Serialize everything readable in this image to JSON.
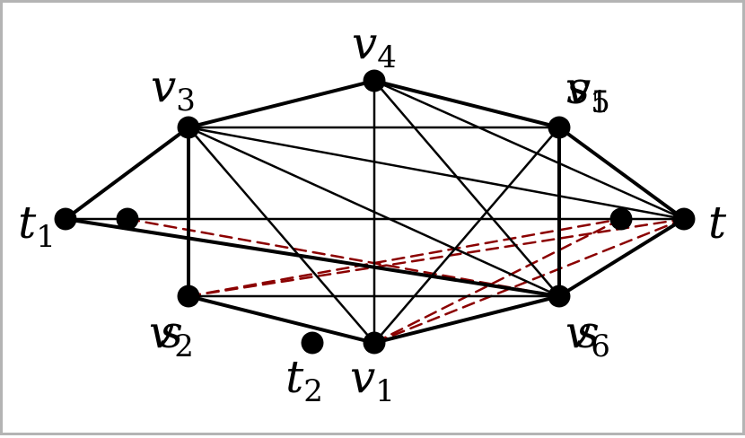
{
  "colors": {
    "edge": "#000000",
    "dashed_edge": "#8b0000",
    "vertex": "#000000",
    "frame": "#b4b4b4"
  },
  "vertices": [
    {
      "id": "v4",
      "name": "v",
      "sub": "4"
    },
    {
      "id": "v3",
      "name": "v",
      "sub": "3"
    },
    {
      "id": "v5",
      "name": "v",
      "sub": "5",
      "overlay": "s",
      "overlay_sub": "1"
    },
    {
      "id": "t1",
      "name": "t",
      "sub": "1"
    },
    {
      "id": "t",
      "name": "t",
      "sub": ""
    },
    {
      "id": "v2",
      "name": "v",
      "sub": "2",
      "overlay": "s",
      "overlay_sub": ""
    },
    {
      "id": "v6",
      "name": "v",
      "sub": "6",
      "overlay": "s",
      "overlay_sub": ""
    },
    {
      "id": "v1",
      "name": "v",
      "sub": "1"
    },
    {
      "id": "t2",
      "name": "t",
      "sub": "2"
    },
    {
      "id": "s1",
      "name": "",
      "sub": ""
    },
    {
      "id": "s",
      "name": "",
      "sub": ""
    },
    {
      "id": "s2",
      "name": "",
      "sub": ""
    }
  ],
  "edges_thick": [
    [
      "t1",
      "v3"
    ],
    [
      "v3",
      "v4"
    ],
    [
      "v4",
      "v5"
    ],
    [
      "v5",
      "t"
    ],
    [
      "v3",
      "v2"
    ],
    [
      "v5",
      "v6"
    ],
    [
      "v2",
      "v1"
    ],
    [
      "v1",
      "v6"
    ],
    [
      "v6",
      "t"
    ],
    [
      "t1",
      "v6"
    ]
  ],
  "edges_thin": [
    [
      "v3",
      "v5"
    ],
    [
      "v3",
      "t"
    ],
    [
      "v3",
      "v6"
    ],
    [
      "v3",
      "v1"
    ],
    [
      "v4",
      "v1"
    ],
    [
      "v4",
      "t"
    ],
    [
      "v4",
      "v6"
    ],
    [
      "v5",
      "v1"
    ],
    [
      "t1",
      "t"
    ],
    [
      "v2",
      "v6"
    ]
  ],
  "edges_dashed": [
    [
      "s1",
      "v6"
    ],
    [
      "v2",
      "s"
    ],
    [
      "v2",
      "t"
    ],
    [
      "v2",
      "v1"
    ],
    [
      "s",
      "v1"
    ],
    [
      "t",
      "v1"
    ],
    [
      "t",
      "v6"
    ]
  ]
}
